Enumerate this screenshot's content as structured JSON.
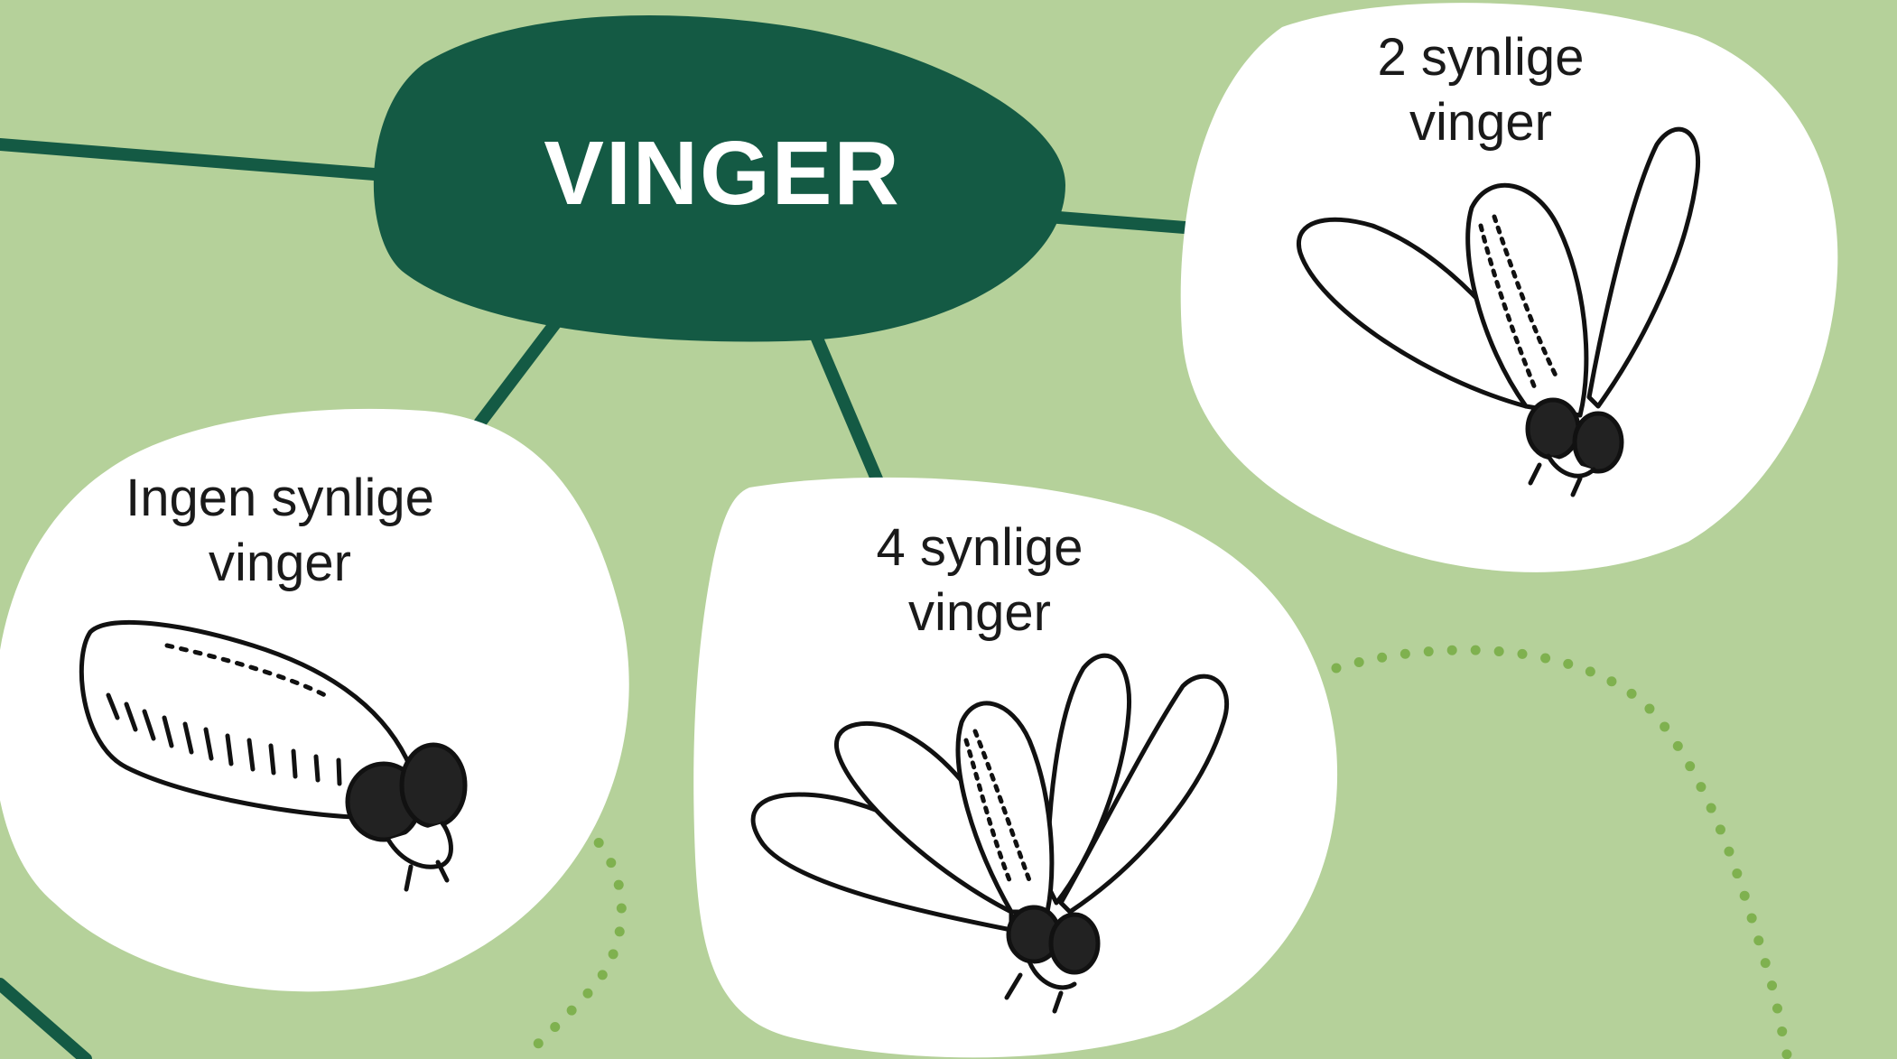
{
  "title": "VINGER",
  "nodes": [
    {
      "id": "none",
      "line1": "Ingen synlige",
      "line2": "vinger"
    },
    {
      "id": "four",
      "line1": "4 synlige",
      "line2": "vinger"
    },
    {
      "id": "two",
      "line1": "2 synlige",
      "line2": "vinger"
    }
  ],
  "colors": {
    "background": "#b5d19a",
    "hub": "#145a44",
    "connector": "#145a44",
    "bubble": "#ffffff",
    "dots": "#7fb14f"
  }
}
